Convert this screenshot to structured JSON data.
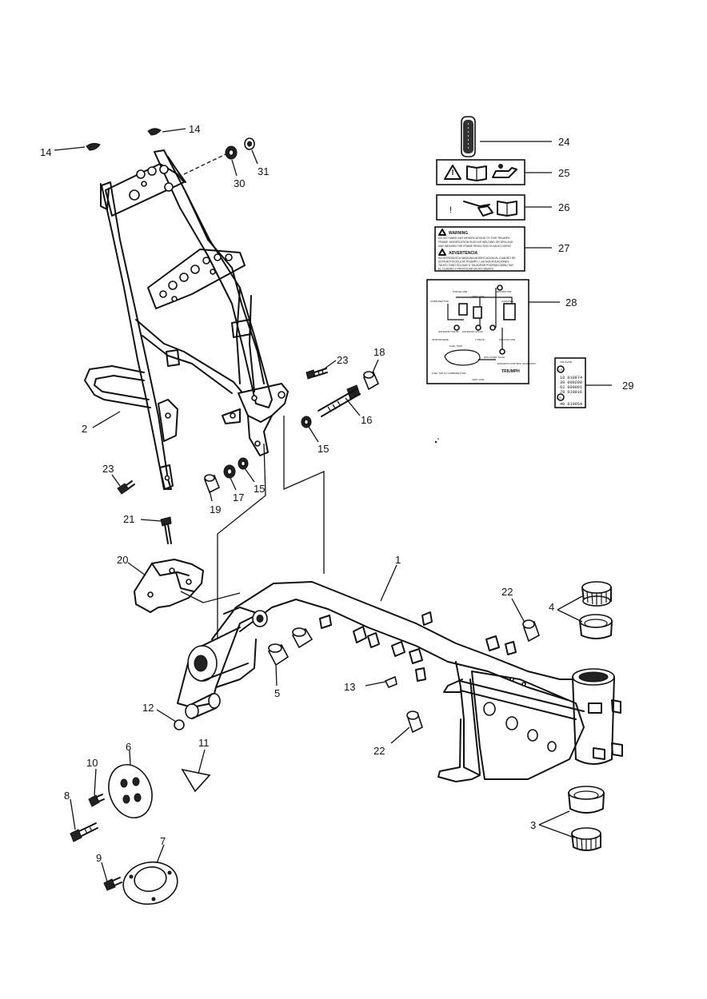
{
  "callouts": {
    "c1": "1",
    "c2": "2",
    "c3": "3",
    "c4": "4",
    "c5": "5",
    "c6": "6",
    "c7": "7",
    "c8": "8",
    "c9": "9",
    "c10": "10",
    "c11": "11",
    "c12": "12",
    "c13": "13",
    "c14a": "14",
    "c14b": "14",
    "c15a": "15",
    "c15b": "15",
    "c16": "16",
    "c17": "17",
    "c18": "18",
    "c19": "19",
    "c20": "20",
    "c21": "21",
    "c22a": "22",
    "c22b": "22",
    "c23a": "23",
    "c23b": "23",
    "c24": "24",
    "c25": "25",
    "c26": "26",
    "c27": "27",
    "c28": "28",
    "c29": "29",
    "c30": "30",
    "c31": "31"
  },
  "labels": {
    "warning_title": "WARNING",
    "warning_text": [
      "DO NOT MAKE ANY MODIFICATIONS TO THIS TRIUMPH",
      "FRAME. MODIFICATION SUCH AS WELDING OR DRILLING",
      "MAY WEAKEN THE FRAME RESULTING IN AN ACCIDENT"
    ],
    "advertencia_title": "ADVERTENCIA",
    "advertencia_text": [
      "NO INTRODUZCA NINGUNA MODIFICACION AL CUADRO DE",
      "ESTA MOTOCICLETA TRIUMPH. LAS MODIFICACIONES",
      "TALES COMO SOLDAR O TALADRAR PODRIAN DEBILITAR",
      "EL CUADRO Y PROVOCAR UN ACCIDENTE"
    ],
    "vacuum": {
      "purge_line": "PURGE LINE",
      "restrictor": "RESTRICTOR",
      "vent_line": "VENT LINE",
      "carburettor": "CARBURETTOR",
      "canister": "CANISTER",
      "atmosphere": "ATMOSPHERE",
      "solenoid_valve_1": "SOLENOID VALVE",
      "solenoid_valve_2": "SOLENOID VALVE",
      "t_piece": "T PIECE",
      "vacuum_line": "VACUUM LINE",
      "fuel_tank": "FUEL TANK",
      "rollover_valve": "ROLLOVER VALVE",
      "fuel_tap": "FUEL TAP TO CARBURETTOR",
      "vent_line_2": "VENT LINE",
      "emission_control": "EMISSION CONTROL SCHEMATIC",
      "brand": "TRIUMPH"
    },
    "vin": {
      "heading": "VIN PLATE",
      "rows_e11": [
        "10   010074",
        "39   000208",
        "62   000001",
        "78   010016"
      ],
      "rows_e1": [
        "40   010054"
      ],
      "tag_e11": "E11",
      "tag_e1": "E1"
    },
    "label26_bang": "!"
  }
}
